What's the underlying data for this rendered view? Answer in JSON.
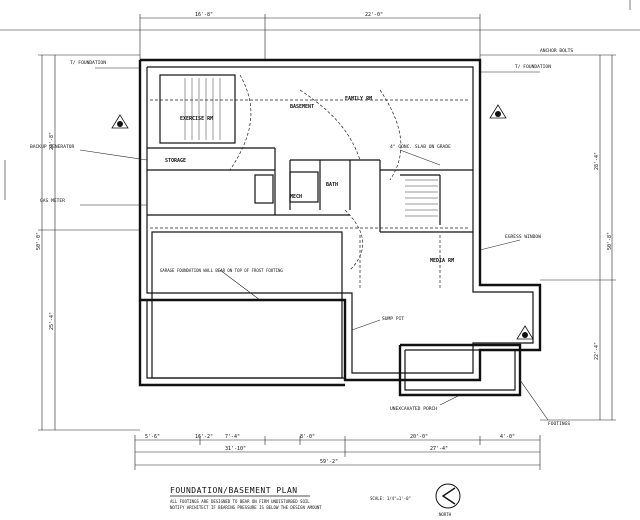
{
  "title": {
    "main": "FOUNDATION/BASEMENT PLAN",
    "note1": "ALL FOOTINGS ARE DESIGNED TO BEAR ON FIRM UNDISTURBED SOIL",
    "note2": "NOTIFY ARCHITECT IF BEARING PRESSURE IS BELOW THE DESIGN AMOUNT",
    "scale": "SCALE: 1/4\"=1'-0\"",
    "north": "NORTH"
  },
  "rooms": {
    "family": "FAMILY RM",
    "basement": "BASEMENT",
    "storage": "STORAGE",
    "media": "MEDIA RM",
    "bath": "BATH",
    "mech": "MECH",
    "exercise": "EXERCISE RM"
  },
  "callouts": {
    "foundation_left": "T/ FOUNDATION",
    "foundation_right": "T/ FOUNDATION",
    "anchor_bolts": "ANCHOR BOLTS",
    "footings": "FOOTINGS",
    "sump": "SUMP PIT",
    "egress": "EGRESS WINDOW",
    "slab": "4\" CONC. SLAB ON GRADE",
    "garage": "GARAGE FOUNDATION WALL BEAR ON TOP OF FROST FOOTING",
    "porch": "UNEXCAVATED PORCH",
    "backup": "BACKUP GENERATOR",
    "gas": "GAS METER"
  },
  "dimensions": {
    "overall": "59'-2\"",
    "sub_a": "31'-10\"",
    "sub_b": "27'-4\"",
    "d1": "16'-2\"",
    "d2": "8'-0\"",
    "d3": "7'-4\"",
    "d4": "20'-0\"",
    "d5": "5'-6\"",
    "d6": "4'-0\"",
    "left_overall": "50'-0\"",
    "left_a": "24'-8\"",
    "left_b": "25'-4\"",
    "right_overall": "50'-8\"",
    "right_a": "28'-4\"",
    "right_b": "22'-4\"",
    "top_a": "16'-8\"",
    "top_b": "22'-0\""
  }
}
